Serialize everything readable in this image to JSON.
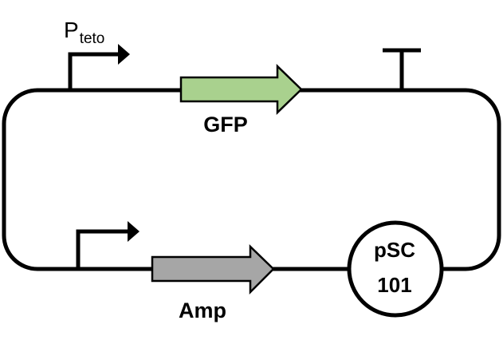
{
  "plasmid": {
    "promoter_top": {
      "label_main": "P",
      "label_sub": "teto"
    },
    "gene_top": {
      "label": "GFP",
      "color": "#a9d18e"
    },
    "gene_bottom": {
      "label": "Amp",
      "color": "#a6a6a6"
    },
    "origin": {
      "line1": "pSC",
      "line2": "101"
    },
    "outline_color": "#000000"
  }
}
